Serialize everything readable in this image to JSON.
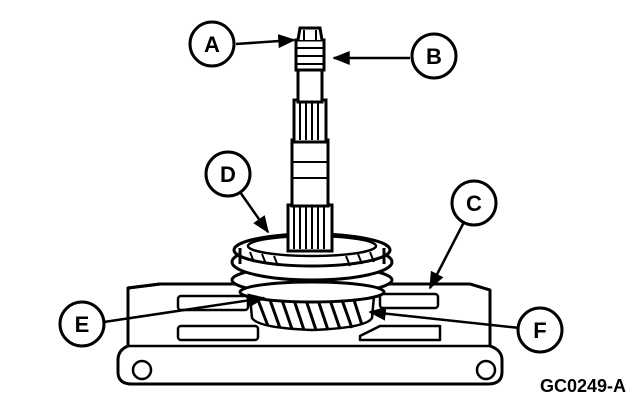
{
  "callouts": {
    "a": "A",
    "b": "B",
    "c": "C",
    "d": "D",
    "e": "E",
    "f": "F"
  },
  "figure_code": "GC0249-A"
}
